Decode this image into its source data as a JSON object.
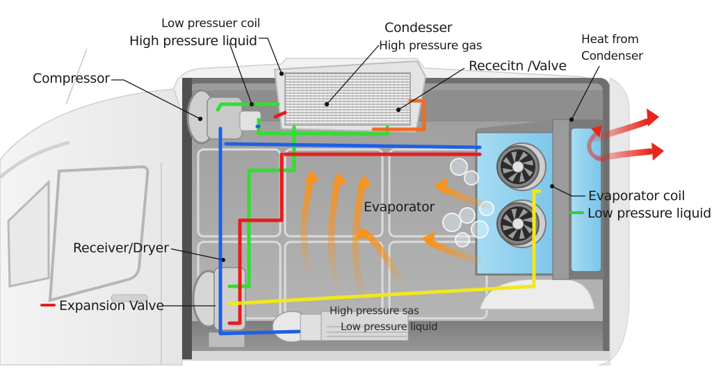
{
  "diagram": {
    "subject": "Van air conditioning / refrigeration system cutaway",
    "labels": {
      "low_pressure_coil": "Low pressuer coil",
      "high_pressure_liquid": "High pressure liquid",
      "condenser": "Condesser",
      "high_pressure_gas_top": "High pressure gas",
      "receiver_valve": "Rececitn /Valve",
      "heat_from_condenser_line1": "Heat from",
      "heat_from_condenser_line2": "Condenser",
      "compressor": "Compressor",
      "evaporator": "Evaporator",
      "evaporator_coil": "Evaporator coil",
      "low_pressure_liquid_right": "Low pressure liquid",
      "receiver_dryer": "Receiver/Dryer",
      "expansion_valve": "Expansion Valve",
      "high_pressure_gas_bottom": "High pressure sas",
      "low_pressure_liquid_bottom": "Low pressure liquid"
    },
    "legend": [
      {
        "label_key": "expansion_valve",
        "color": "#e02020"
      },
      {
        "label_key": "low_pressure_liquid_right",
        "color": "#2ed12e"
      }
    ],
    "pipe_colors": {
      "red": "#e81c1c",
      "green": "#2ee02e",
      "blue": "#1f5fe6",
      "yellow": "#f2e81c",
      "orange": "#f26a22"
    },
    "flow_colors": {
      "warm_air": "#f7931e",
      "hot_exhaust": "#e8261c",
      "evaporator_panel": "#8fd0ef"
    }
  }
}
